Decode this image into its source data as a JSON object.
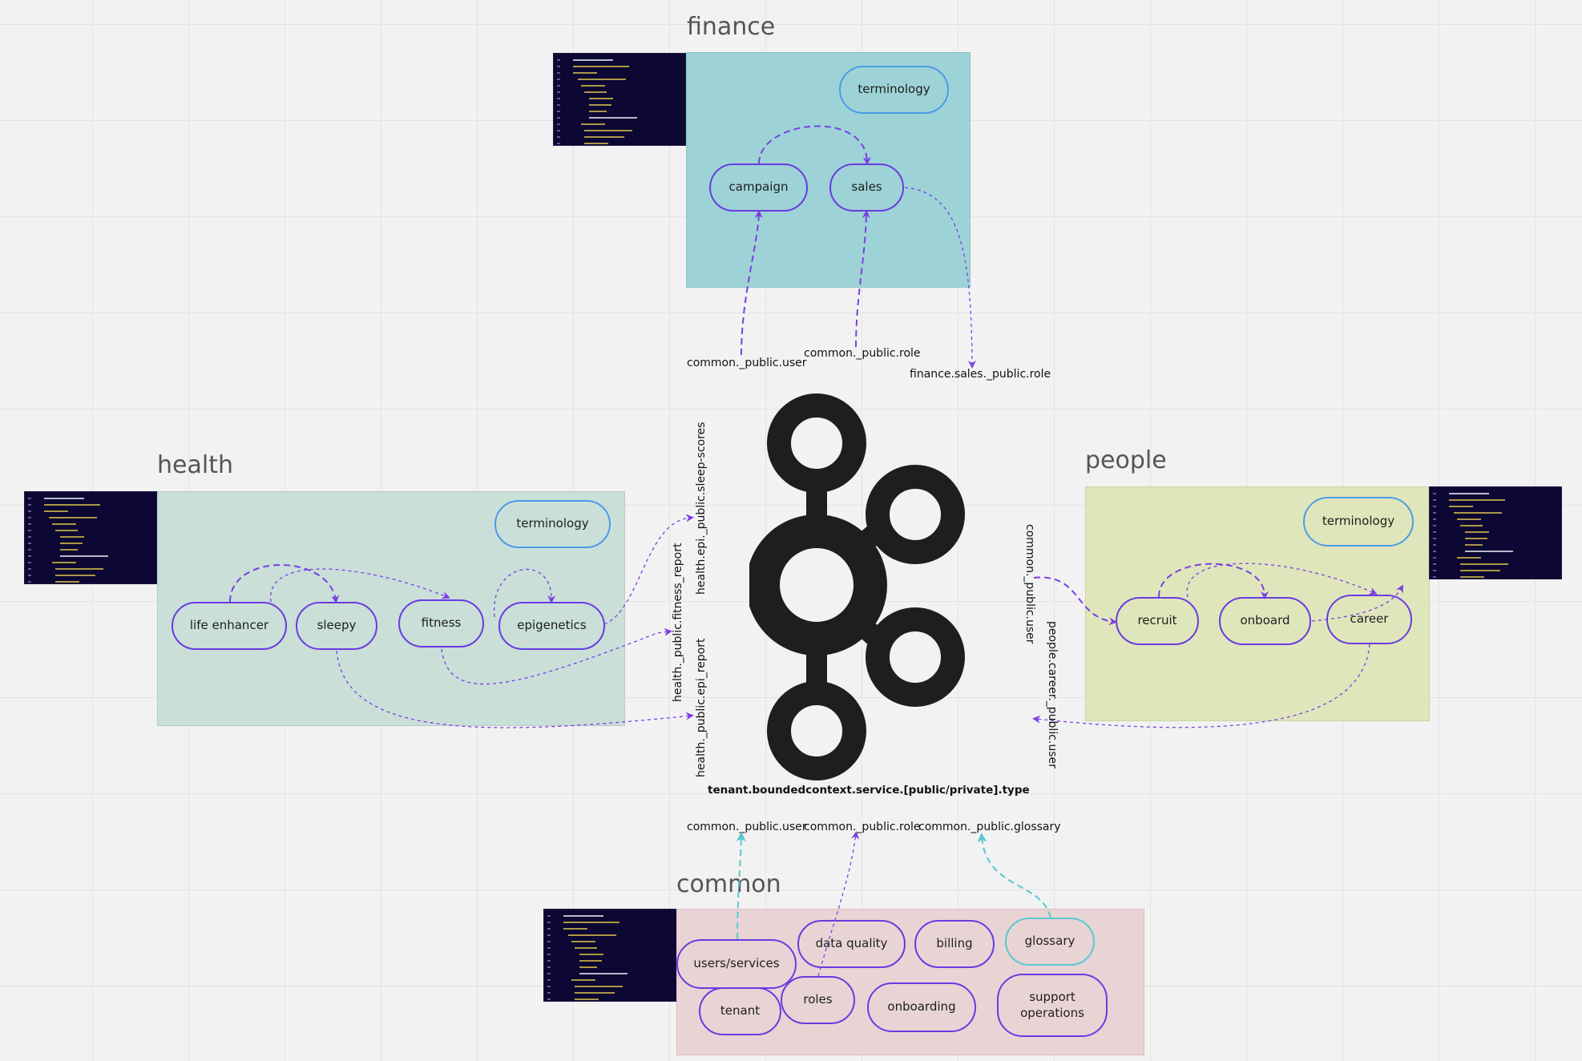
{
  "contexts": {
    "finance": {
      "title": "finance",
      "terminology": "terminology",
      "nodes": {
        "campaign": "campaign",
        "sales": "sales"
      },
      "labels": {
        "common_user": "common._public.user",
        "common_role": "common._public.role",
        "sales_role": "finance.sales._public.role"
      }
    },
    "health": {
      "title": "health",
      "terminology": "terminology",
      "nodes": {
        "life_enhancer": "life enhancer",
        "sleepy": "sleepy",
        "fitness": "fitness",
        "epigenetics": "epigenetics"
      },
      "labels": {
        "sleep_scores": "health.epi._public.sleep-scores",
        "fitness_report": "health._public.fitness_report",
        "epi_report": "health._public.epi_report"
      }
    },
    "people": {
      "title": "people",
      "terminology": "terminology",
      "nodes": {
        "recruit": "recruit",
        "onboard": "onboard",
        "career": "career"
      },
      "labels": {
        "common_user": "common._public.user",
        "career_user": "people.career._public.user"
      }
    },
    "common": {
      "title": "common",
      "nodes": {
        "users_services": "users/services",
        "data_quality": "data quality",
        "billing": "billing",
        "glossary": "glossary",
        "tenant": "tenant",
        "roles": "roles",
        "onboarding": "onboarding",
        "support_operations_1": "support",
        "support_operations_2": "operations"
      },
      "labels": {
        "user": "common._public.user",
        "role": "common._public.role",
        "glossary": "common._public.glossary"
      }
    }
  },
  "naming_convention": "tenant.boundedcontext.service.[public/private].type",
  "colors": {
    "finance_bg": "#9dd3d6",
    "health_bg": "#c9dfd8",
    "people_bg": "#e0e6bb",
    "common_bg": "#e8d4d5",
    "node_border": "#6a3be0",
    "terminology_border": "#4d9be6",
    "glossary_border": "#5bc7cf",
    "arrow_purple": "#7b3fe4",
    "arrow_teal": "#5bc7cf",
    "code_bg": "#0c0733",
    "logo": "#1e1e1e"
  },
  "icons": {
    "center_logo": "kafka-logo-icon",
    "code_snippet": "code-snippet-icon"
  }
}
